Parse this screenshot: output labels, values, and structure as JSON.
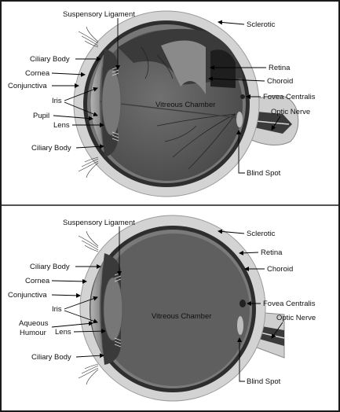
{
  "diagrams": [
    {
      "labels": {
        "suspensory_ligament": "Suspensory Ligament",
        "sclerotic": "Sclerotic",
        "ciliary_body_top": "Ciliary Body",
        "cornea": "Cornea",
        "conjunctiva": "Conjunctiva",
        "iris": "Iris",
        "pupil": "Pupil",
        "lens": "Lens",
        "ciliary_body_bottom": "Ciliary Body",
        "retina": "Retina",
        "choroid": "Choroid",
        "fovea_centralis": "Fovea Centralis",
        "optic_nerve": "Optic Nerve",
        "vitreous_chamber": "Vitreous Chamber",
        "blind_spot": "Blind Spot"
      }
    },
    {
      "labels": {
        "suspensory_ligament": "Suspensory Ligament",
        "sclerotic": "Sclerotic",
        "ciliary_body_top": "Ciliary Body",
        "retina": "Retina",
        "cornea": "Cornea",
        "choroid": "Choroid",
        "conjunctiva": "Conjunctiva",
        "iris": "Iris",
        "aqueous": "Aqueous",
        "humour": "Humour",
        "lens": "Lens",
        "fovea_centralis": "Fovea Centralis",
        "optic_nerve": "Optic Nerve",
        "vitreous_chamber": "Vitreous Chamber",
        "ciliary_body_bottom": "Ciliary Body",
        "blind_spot": "Blind Spot"
      }
    }
  ],
  "colors": {
    "frame": "#1a1a1a",
    "sclera": "#d3d3d3",
    "sclera_edge": "#9a9a9a",
    "choroid": "#2e2e2e",
    "interior": "#5f5f5f",
    "iris": "#3a3a3a",
    "cornea": "#8f8f8f",
    "lens": "#777777"
  }
}
